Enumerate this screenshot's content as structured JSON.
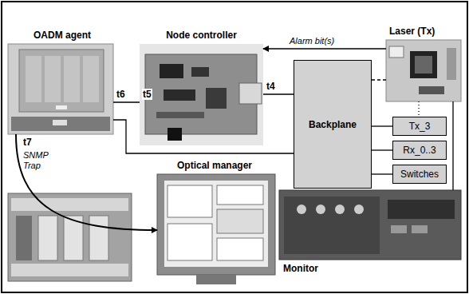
{
  "diagram": {
    "nodes": [
      {
        "text": [
          "OADM agent"
        ]
      },
      {
        "text": [
          "Node controller"
        ]
      },
      {
        "text": [
          "Laser (Tx)"
        ]
      },
      {
        "text": [
          "Backplane"
        ]
      },
      {
        "text": [
          "Tx_3"
        ]
      },
      {
        "text": [
          "Rx_0..3"
        ]
      },
      {
        "text": [
          "Switches"
        ]
      },
      {
        "text": [
          "Optical manager"
        ]
      },
      {
        "text": [
          "Monitor"
        ]
      }
    ],
    "edges": [
      {
        "from": 0,
        "to": 1,
        "arrow": "none"
      },
      {
        "from": 2,
        "to": 1,
        "arrow": "to",
        "label": "Alarm bit(s)"
      },
      {
        "from": 1,
        "to": 3,
        "arrow": "none"
      },
      {
        "from": 3,
        "to": 2,
        "arrow": "none"
      },
      {
        "from": 3,
        "to": 4,
        "arrow": "none"
      },
      {
        "from": 3,
        "to": 5,
        "arrow": "none"
      },
      {
        "from": 3,
        "to": 6,
        "arrow": "none"
      },
      {
        "from": 2,
        "to": 4,
        "arrow": "none"
      },
      {
        "from": 0,
        "to": 7,
        "arrow": "to",
        "label": "SNMP Trap"
      },
      {
        "from": 0,
        "to": 3,
        "arrow": "none"
      },
      {
        "from": 2,
        "to": 8,
        "arrow": "none"
      }
    ],
    "labels": [
      "t6",
      "t5",
      "t4",
      "t7"
    ]
  }
}
